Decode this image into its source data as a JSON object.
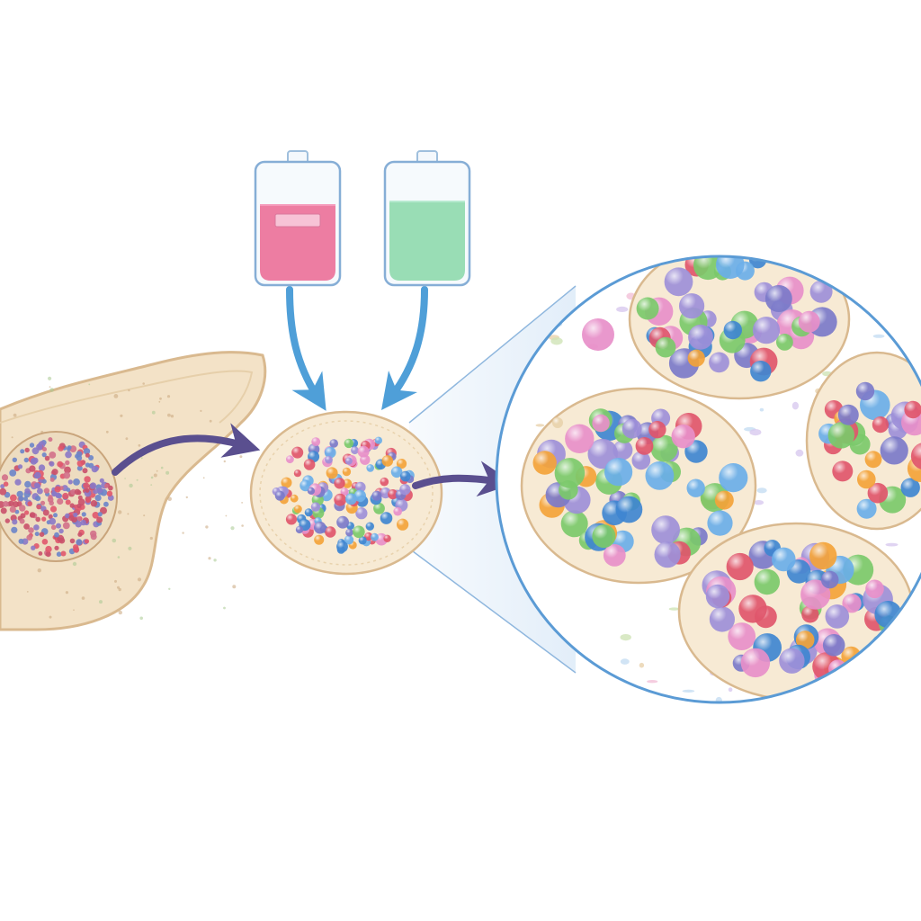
{
  "figure": {
    "background": "#ffffff"
  },
  "bottles": [
    {
      "name": "pink-media-bottle",
      "fill_color": "#ec6f98",
      "label_text": ""
    },
    {
      "name": "green-media-bottle",
      "fill_color": "#8fd9ad",
      "label_text": ""
    }
  ],
  "palette": {
    "tissue": "#f3e2c7",
    "tissue_edge": "#d9b98f",
    "flow_arrow": "#4f9fd8",
    "process_arrow": "#5a4f8f",
    "magnifier_outline": "#5b9bd5",
    "cell_colors": [
      "#3f86d0",
      "#7b79c9",
      "#9d8fd8",
      "#e0566b",
      "#f3a33a",
      "#7bc96a",
      "#e78fc9",
      "#6aaee8"
    ]
  },
  "stages": [
    {
      "name": "source-tissue-sample"
    },
    {
      "name": "dissociated-cell-disc"
    },
    {
      "name": "magnified-cell-clusters"
    }
  ]
}
